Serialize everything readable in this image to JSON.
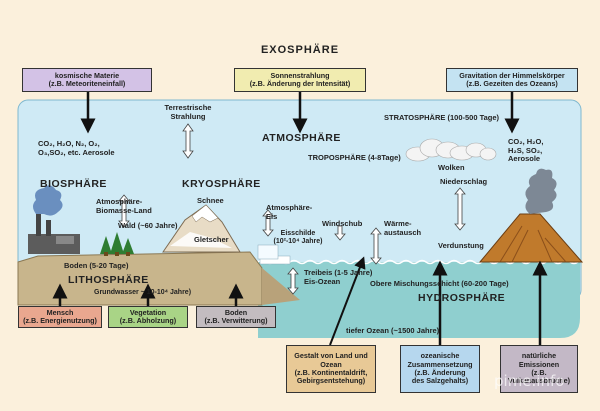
{
  "title": "EXOSPHÄRE",
  "top_boxes": [
    {
      "line1": "kosmische Materie",
      "line2": "(z.B. Meteoriteneinfall)"
    },
    {
      "line1": "Sonnenstrahlung",
      "line2": "(z.B. Änderung der Intensität)"
    },
    {
      "line1": "Gravitation der Himmelskörper",
      "line2": "(z.B. Gezeiten des Ozeans)"
    }
  ],
  "spheres": {
    "atmosphere": "ATMOSPHÄRE",
    "biosphere": "BIOSPHÄRE",
    "cryosphere": "KRYOSPHÄRE",
    "lithosphere": "LITHOSPHÄRE",
    "hydrosphere": "HYDROSPHÄRE"
  },
  "labels": {
    "stratosphere": "STRATOSPHÄRE (100-500 Tage)",
    "troposphere": "TROPOSPHÄRE (4-8Tage)",
    "terrestrial_radiation_1": "Terrestrische",
    "terrestrial_radiation_2": "Strahlung",
    "gases_left_1": "CO₂, H₂O, N₂, O₂,",
    "gases_left_2": "O₃,SO₂, etc. Aerosole",
    "gases_right_1": "CO₂, H₂O,",
    "gases_right_2": "H₂S, SO₂,",
    "gases_right_3": "Aerosole",
    "clouds": "Wolken",
    "precipitation": "Niederschlag",
    "evaporation": "Verdunstung",
    "atm_bio_1": "Atmosphäre-",
    "atm_bio_2": "Biomasse-Land",
    "forest": "Wald (~60 Jahre)",
    "snow": "Schnee",
    "glacier": "Gletscher",
    "atm_ice_1": "Atmosphäre-",
    "atm_ice_2": "Eis",
    "ice_sheets_1": "Eisschilde",
    "ice_sheets_2": "(10²-10⁴ Jahre)",
    "wind": "Windschub",
    "heat_1": "Wärme-",
    "heat_2": "austausch",
    "soil": "Boden (5-20 Tage)",
    "groundwater": "Grundwasser ~ 10-10⁴ Jahre)",
    "drift_ice_1": "Treibeis (1-5 Jahre)",
    "drift_ice_2": "Eis-Ozean",
    "mixed_layer": "Obere Mischungsschicht (60-200 Tage)",
    "deep_ocean": "tiefer Ozean (~1500 Jahre)"
  },
  "bottom_boxes": [
    {
      "line1": "Mensch",
      "line2": "(z.B. Energienutzung)"
    },
    {
      "line1": "Vegetation",
      "line2": "(z.B. Abholzung)"
    },
    {
      "line1": "Boden",
      "line2": "(z.B. Verwitterung)"
    },
    {
      "line1": "Gestalt von Land und",
      "line2": "Ozean",
      "line3": "(z.B. Kontinentaldrift,",
      "line4": "Gebirgsentstehung)"
    },
    {
      "line1": "ozeanische",
      "line2": "Zusammensetzung",
      "line3": "(z.B. Änderung",
      "line4": "des Salzgehalts)"
    },
    {
      "line1": "natürliche",
      "line2": "Emissionen",
      "line3": "(z.B.",
      "line4": "Vulkanausbrüche)"
    }
  ],
  "watermark": "pime.info",
  "colors": {
    "background": "#fbf0dc",
    "sky": "#cfeaf5",
    "land": "#c8b58c",
    "ocean": "#8fcfcf",
    "box_purple": "#d3c2e6",
    "box_yellow": "#f1ecb0",
    "box_blue": "#c4e3f2",
    "box_salmon": "#e9a78f",
    "box_green": "#a9d486",
    "box_gray": "#c3bcc0",
    "box_tan": "#e8c996",
    "box_lightblue": "#b6d7ee",
    "box_mauve": "#c3b8c6"
  }
}
